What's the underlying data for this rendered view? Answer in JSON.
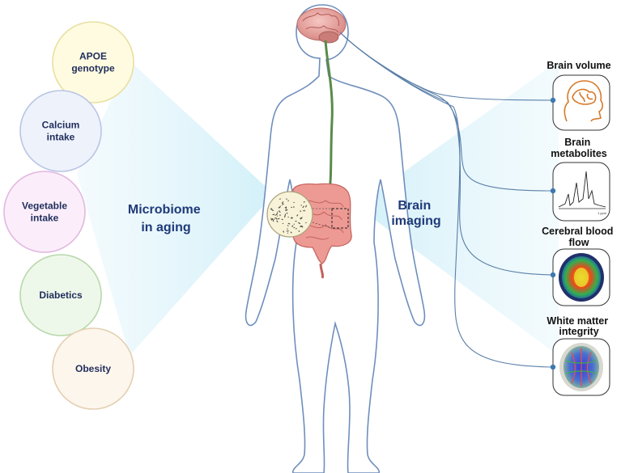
{
  "left_factors": [
    {
      "lines": [
        "APOE",
        "genotype"
      ],
      "fill": "#fffbe0",
      "stroke": "#e8dfa0"
    },
    {
      "lines": [
        "Calcium",
        "intake"
      ],
      "fill": "#eef2fb",
      "stroke": "#b9c6e4"
    },
    {
      "lines": [
        "Vegetable",
        "intake"
      ],
      "fill": "#fbeefa",
      "stroke": "#e2b8e0"
    },
    {
      "lines": [
        "Diabetics"
      ],
      "fill": "#eef8ea",
      "stroke": "#b8d8ac"
    },
    {
      "lines": [
        "Obesity"
      ],
      "fill": "#fdf6ec",
      "stroke": "#e3cfb1"
    }
  ],
  "center_left": {
    "lines": [
      "Microbiome",
      "in aging"
    ]
  },
  "center_right": {
    "lines": [
      "Brain",
      "imaging"
    ]
  },
  "modalities": [
    {
      "lines": [
        "Brain volume"
      ],
      "icon": "brain-head-icon"
    },
    {
      "lines": [
        "Brain",
        "metabolites"
      ],
      "icon": "spectrum-icon",
      "axis_label": "1 ppm"
    },
    {
      "lines": [
        "Cerebral blood",
        "flow"
      ],
      "icon": "perfusion-map-icon"
    },
    {
      "lines": [
        "White matter",
        "integrity"
      ],
      "icon": "tractography-icon"
    }
  ],
  "colors": {
    "body_outline": "#6f8fbd",
    "nerve": "#5a8a4a",
    "connector": "#5a7fa8",
    "dot": "#3c79b0",
    "intestine": "#e78a84",
    "beam": "#cdeef8"
  }
}
